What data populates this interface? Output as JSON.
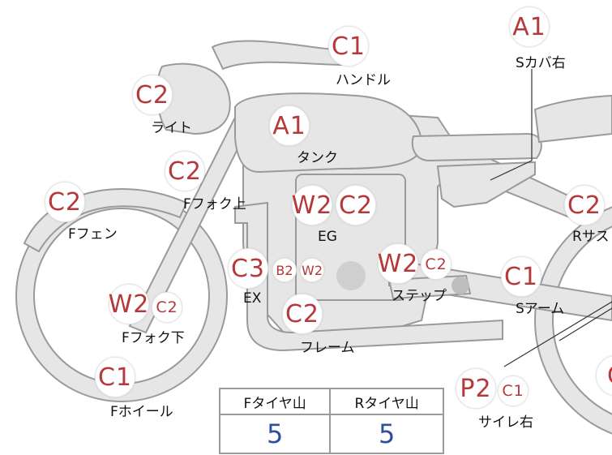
{
  "colors": {
    "part_fill": "#e6e6e6",
    "part_stroke": "#9a9a9a",
    "code_text": "#b5383a",
    "value_text": "#2f4f9a"
  },
  "parts": [
    {
      "key": "handle",
      "label": "ハンドル",
      "codes": [
        "C1"
      ]
    },
    {
      "key": "scover",
      "label": "Sカバ右",
      "codes": [
        "A1"
      ]
    },
    {
      "key": "light",
      "label": "ライト",
      "codes": [
        "C2"
      ]
    },
    {
      "key": "tank",
      "label": "タンク",
      "codes": [
        "A1"
      ]
    },
    {
      "key": "ffork_up",
      "label": "Fフォク上",
      "codes": [
        "C2"
      ]
    },
    {
      "key": "ffender",
      "label": "Fフェン",
      "codes": [
        "C2"
      ]
    },
    {
      "key": "eg",
      "label": "EG",
      "codes": [
        "W2",
        "C2"
      ]
    },
    {
      "key": "rsus",
      "label": "Rサス",
      "codes": [
        "C2"
      ]
    },
    {
      "key": "ex",
      "label": "EX",
      "codes": [
        "C3",
        "B2",
        "W2"
      ]
    },
    {
      "key": "step",
      "label": "ステップ",
      "codes": [
        "W2",
        "C2"
      ]
    },
    {
      "key": "sarm",
      "label": "Sアーム",
      "codes": [
        "C1"
      ]
    },
    {
      "key": "ffork_low",
      "label": "Fフォク下",
      "codes": [
        "W2",
        "C2"
      ]
    },
    {
      "key": "frame",
      "label": "フレーム",
      "codes": [
        "C2"
      ]
    },
    {
      "key": "fwheel",
      "label": "Fホイール",
      "codes": [
        "C1"
      ]
    },
    {
      "key": "silencer",
      "label": "サイレ右",
      "codes": [
        "P2",
        "C1"
      ]
    },
    {
      "key": "rwheel",
      "label": "",
      "codes": [
        "C"
      ]
    }
  ],
  "tires": {
    "front_header": "Fタイヤ山",
    "rear_header": "Rタイヤ山",
    "front_value": "5",
    "rear_value": "5"
  }
}
